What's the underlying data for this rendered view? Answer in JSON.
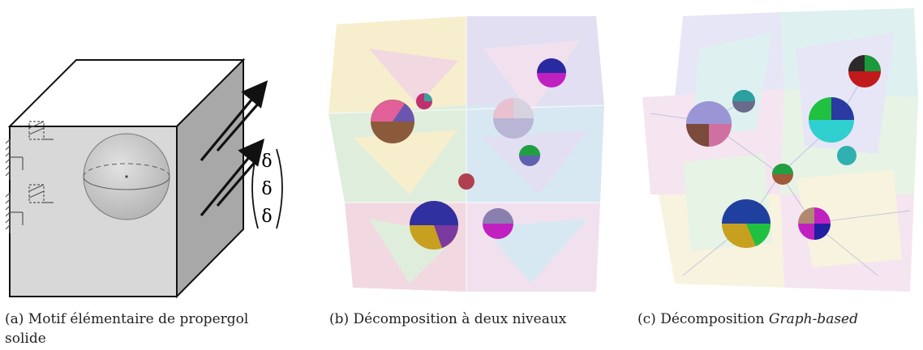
{
  "figure": {
    "captions": {
      "a": "(a) Motif élémentaire de propergol solide",
      "b": "(b) Décomposition à deux niveaux",
      "c_prefix": "(c) Décomposition ",
      "c_emph": "Graph-based"
    },
    "panel_a": {
      "load_symbols": [
        "δ",
        "δ",
        "δ"
      ],
      "face_color": "#d8d8d8",
      "side_face_color": "#a8a8a8"
    },
    "panel_b": {
      "tile_palette": [
        "#e9b9c9",
        "#c9c6e6",
        "#f2e1a6",
        "#c6e0c2",
        "#b9d6e8",
        "#e6c9e2"
      ]
    },
    "panel_c": {
      "tile_palette": [
        "#c8c8ec",
        "#b8e0e0",
        "#eac6df",
        "#f0e6b8",
        "#c9e6c6"
      ]
    }
  }
}
